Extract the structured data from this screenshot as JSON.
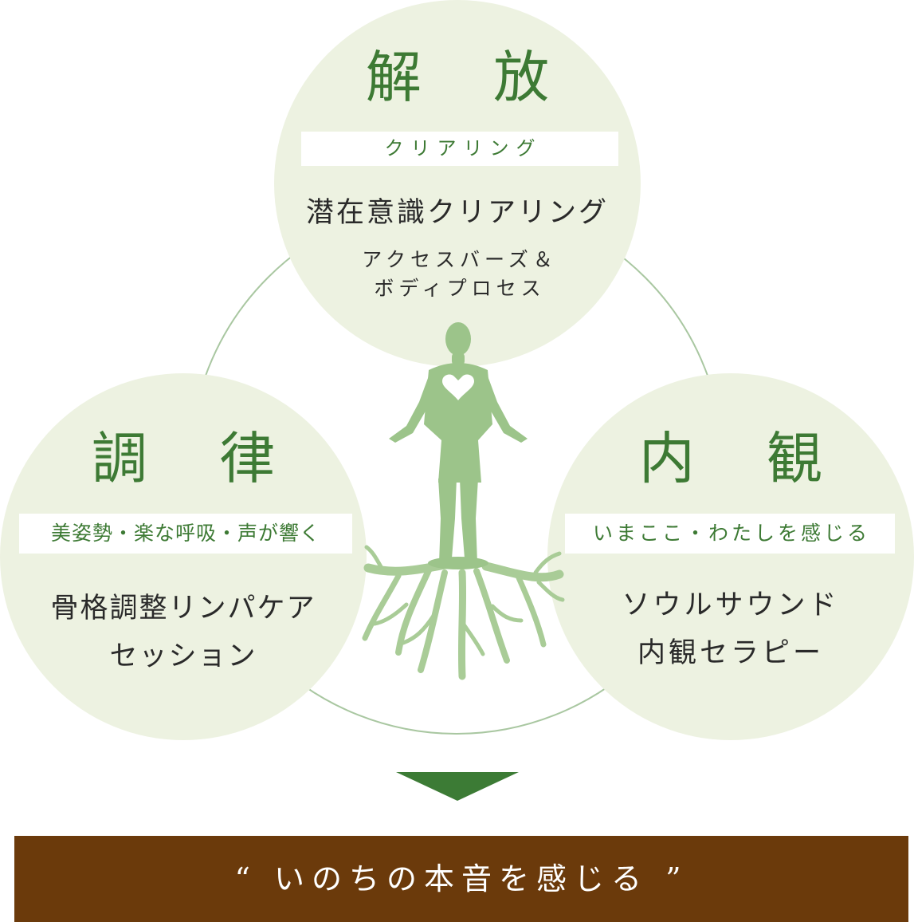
{
  "colors": {
    "circle_fill": "#edf2e1",
    "heading_green": "#3d7a34",
    "figure_green": "#9cc48a",
    "connector": "#a9c7a1",
    "arrow": "#3c7b35",
    "banner_brown": "#6b3a0b"
  },
  "circles": {
    "top": {
      "heading": "解 放",
      "band": "クリアリング",
      "lines": [
        "潜在意識クリアリング",
        "アクセスバーズ＆",
        "ボディプロセス"
      ]
    },
    "left": {
      "heading": "調 律",
      "band": "美姿勢・楽な呼吸・声が響く",
      "lines": [
        "骨格調整リンパケア",
        "セッション"
      ]
    },
    "right": {
      "heading": "内 観",
      "band": "いまここ・わたしを感じる",
      "lines": [
        "ソウルサウンド",
        "内観セラピー"
      ]
    }
  },
  "banner": {
    "text": "“ いのちの本音を感じる ”"
  }
}
